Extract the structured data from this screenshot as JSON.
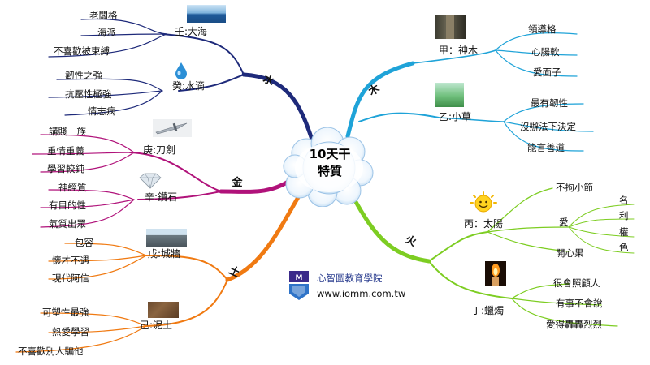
{
  "center": {
    "title": "10天干\n特質"
  },
  "elements": {
    "wood": "木",
    "water": "水",
    "metal": "金",
    "earth": "土",
    "fire": "火"
  },
  "wood": {
    "jia": {
      "label": "甲：神木",
      "traits": [
        "領導格",
        "心腸軟",
        "愛面子"
      ]
    },
    "yi": {
      "label": "乙:小草",
      "traits": [
        "最有韌性",
        "沒辦法下決定",
        "能言善道"
      ]
    }
  },
  "water": {
    "ren": {
      "label": "壬:大海",
      "traits": [
        "老闆格",
        "海派",
        "不喜歡被束縛"
      ]
    },
    "gui": {
      "label": "癸:水滴",
      "traits": [
        "韌性之強",
        "抗壓性極強",
        "情志病"
      ]
    }
  },
  "metal": {
    "geng": {
      "label": "庚:刀劍",
      "traits": [
        "講賤一族",
        "重情重義",
        "學習較鈍"
      ]
    },
    "xin": {
      "label": "辛:鑽石",
      "traits": [
        "神經質",
        "有目的性",
        "氣質出眾"
      ]
    }
  },
  "earth": {
    "wu": {
      "label": "戊:城牆",
      "traits": [
        "包容",
        "懷才不遇",
        "現代阿信"
      ]
    },
    "ji": {
      "label": "己:泥土",
      "traits": [
        "可塑性最強",
        "熱愛學習",
        "不喜歡別人騙他"
      ]
    }
  },
  "fire": {
    "bing": {
      "label": "丙：太陽",
      "traits": [
        "不拘小節",
        "愛",
        "開心果"
      ],
      "love": [
        "名",
        "利",
        "權",
        "色"
      ]
    },
    "ding": {
      "label": "丁:蠟燭",
      "traits": [
        "很會照顧人",
        "有事不會說",
        "愛得轟轟烈烈"
      ]
    }
  },
  "logo": {
    "name": "心智圖教育學院",
    "url": "www.iomm.com.tw"
  },
  "colors": {
    "wood": "#1fa3d8",
    "water": "#1e2a7a",
    "metal": "#b0127a",
    "earth": "#f07a12",
    "fire": "#7dcd22"
  }
}
